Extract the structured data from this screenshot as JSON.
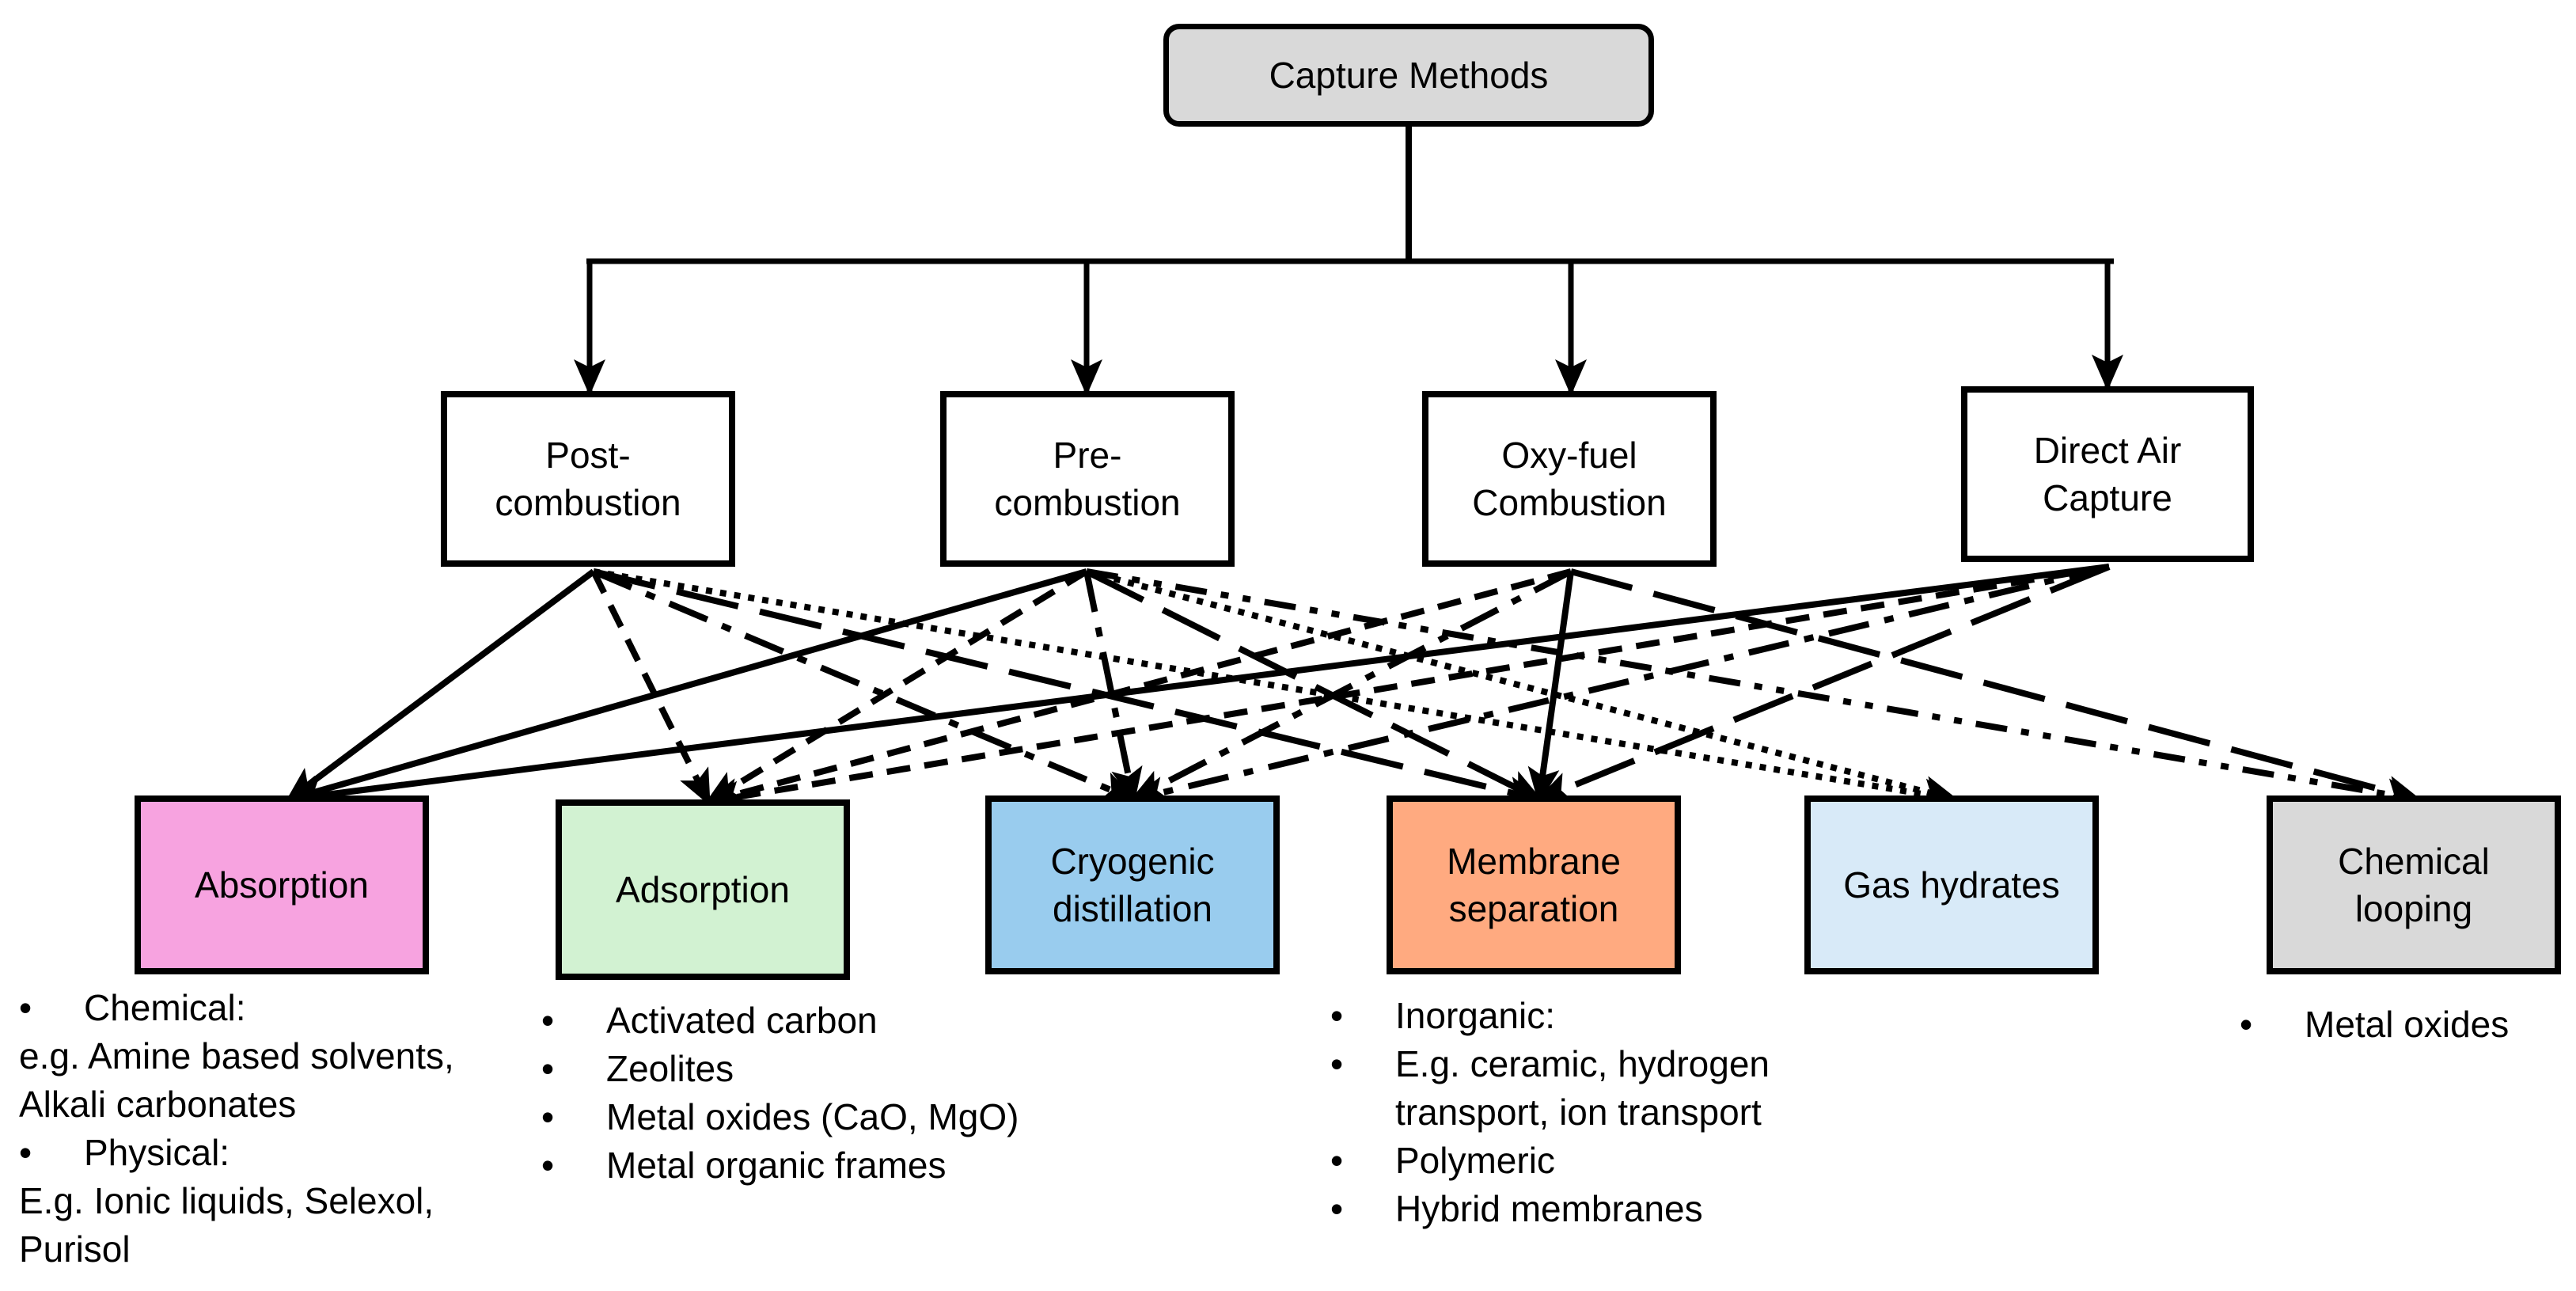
{
  "root": {
    "label": "Capture Methods",
    "fill": "#d9d9d9"
  },
  "sources": [
    {
      "id": "post",
      "lines": [
        "Post-",
        "combustion"
      ]
    },
    {
      "id": "pre",
      "lines": [
        "Pre-",
        "combustion"
      ]
    },
    {
      "id": "oxy",
      "lines": [
        "Oxy-fuel",
        "Combustion"
      ]
    },
    {
      "id": "dac",
      "lines": [
        "Direct Air",
        "Capture"
      ]
    }
  ],
  "targets": [
    {
      "id": "abs",
      "lines": [
        "Absorption"
      ],
      "fill": "#f7a3e0"
    },
    {
      "id": "ads",
      "lines": [
        "Adsorption"
      ],
      "fill": "#d2f2d2"
    },
    {
      "id": "cryo",
      "lines": [
        "Cryogenic",
        "distillation"
      ],
      "fill": "#99ccee"
    },
    {
      "id": "mem",
      "lines": [
        "Membrane",
        "separation"
      ],
      "fill": "#ffaa80"
    },
    {
      "id": "gas",
      "lines": [
        "Gas hydrates"
      ],
      "fill": "#d8eaf8"
    },
    {
      "id": "chem",
      "lines": [
        "Chemical",
        "looping"
      ],
      "fill": "#d9d9d9"
    }
  ],
  "notes": {
    "abs": [
      {
        "bullet": true,
        "text": "Chemical:"
      },
      {
        "bullet": false,
        "text": "e.g. Amine based solvents,"
      },
      {
        "bullet": false,
        "text": "Alkali carbonates"
      },
      {
        "bullet": true,
        "text": "Physical:"
      },
      {
        "bullet": false,
        "text": "E.g. Ionic liquids, Selexol,"
      },
      {
        "bullet": false,
        "text": "Purisol"
      }
    ],
    "ads": [
      {
        "bullet": true,
        "text": "Activated carbon"
      },
      {
        "bullet": true,
        "text": "Zeolites"
      },
      {
        "bullet": true,
        "text": "Metal oxides (CaO, MgO)"
      },
      {
        "bullet": true,
        "text": "Metal organic frames"
      }
    ],
    "mem": [
      {
        "bullet": true,
        "text": "Inorganic:"
      },
      {
        "bullet": true,
        "text": "E.g. ceramic, hydrogen"
      },
      {
        "bullet": false,
        "indent": true,
        "text": "transport, ion transport"
      },
      {
        "bullet": true,
        "text": "Polymeric"
      },
      {
        "bullet": true,
        "text": "Hybrid membranes"
      }
    ],
    "chem": [
      {
        "bullet": true,
        "text": "Metal oxides"
      }
    ]
  },
  "links": [
    {
      "from": "post",
      "to": "abs",
      "style": "solid"
    },
    {
      "from": "post",
      "to": "ads",
      "style": "short-dash"
    },
    {
      "from": "post",
      "to": "cryo",
      "style": "dash-dot"
    },
    {
      "from": "post",
      "to": "mem",
      "style": "long-dash"
    },
    {
      "from": "post",
      "to": "gas",
      "style": "dotted"
    },
    {
      "from": "pre",
      "to": "abs",
      "style": "solid"
    },
    {
      "from": "pre",
      "to": "ads",
      "style": "short-dash"
    },
    {
      "from": "pre",
      "to": "cryo",
      "style": "dash-dot"
    },
    {
      "from": "pre",
      "to": "mem",
      "style": "long-dash"
    },
    {
      "from": "pre",
      "to": "gas",
      "style": "dotted"
    },
    {
      "from": "pre",
      "to": "chem",
      "style": "dash-dot-dot"
    },
    {
      "from": "oxy",
      "to": "ads",
      "style": "short-dash"
    },
    {
      "from": "oxy",
      "to": "cryo",
      "style": "dash-dot"
    },
    {
      "from": "oxy",
      "to": "mem",
      "style": "solid"
    },
    {
      "from": "oxy",
      "to": "chem",
      "style": "long-dash"
    },
    {
      "from": "dac",
      "to": "abs",
      "style": "solid"
    },
    {
      "from": "dac",
      "to": "ads",
      "style": "short-dash"
    },
    {
      "from": "dac",
      "to": "cryo",
      "style": "dash-dot"
    },
    {
      "from": "dac",
      "to": "mem",
      "style": "long-dash"
    }
  ]
}
